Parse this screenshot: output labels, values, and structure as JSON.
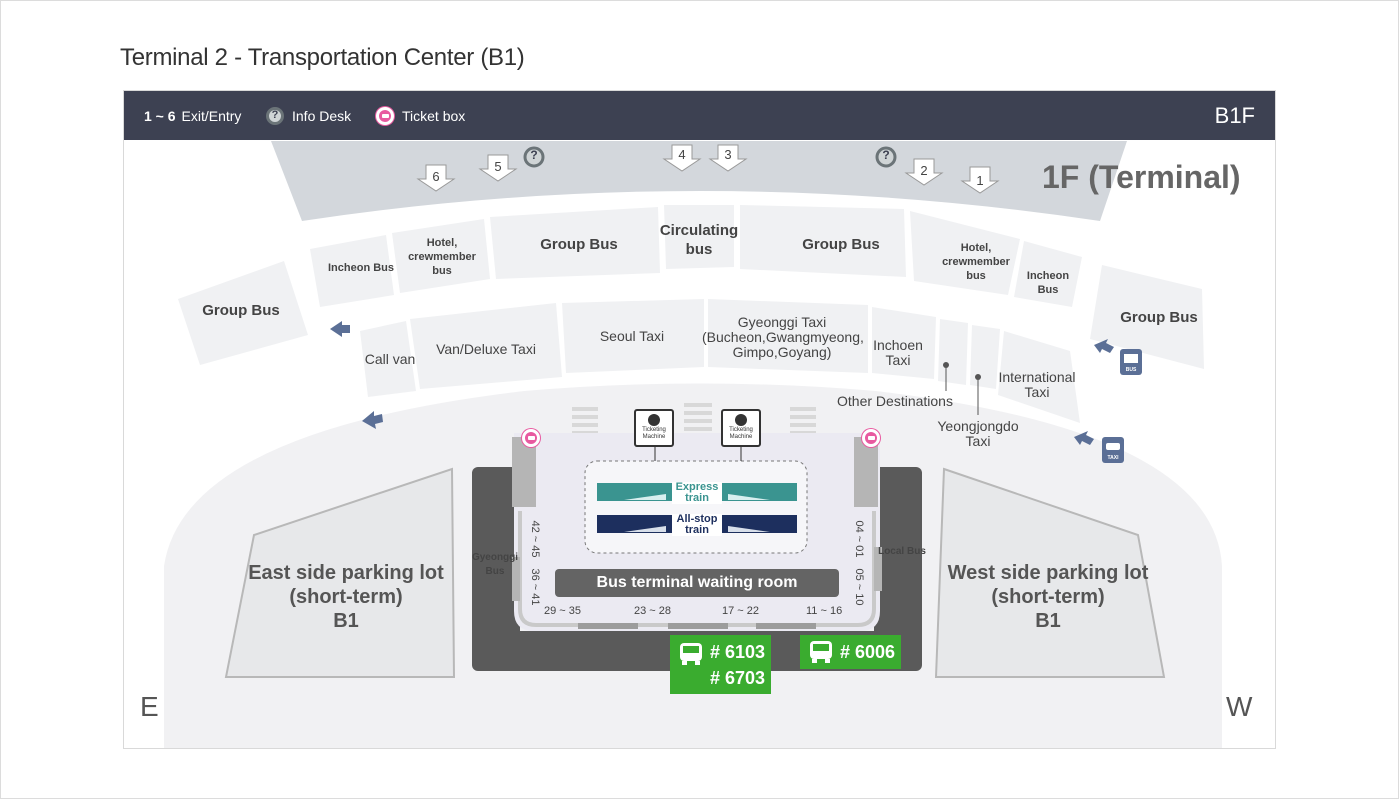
{
  "page_title": "Terminal 2 - Transportation Center (B1)",
  "legend": {
    "exit_range": "1 ~ 6",
    "exit_label": "Exit/Entry",
    "info_desk": "Info Desk",
    "ticket_box": "Ticket box"
  },
  "floor_badge": "B1F",
  "upper_floor": "1F (Terminal)",
  "exits": [
    "6",
    "5",
    "4",
    "3",
    "2",
    "1"
  ],
  "upper_ring": {
    "incheon_bus": "Incheon Bus",
    "hotel_crew": "Hotel, crewmember bus",
    "group_bus": "Group Bus",
    "circulating": "Circulating bus"
  },
  "lower_ring": {
    "call_van": "Call van",
    "van_deluxe": "Van/Deluxe Taxi",
    "seoul_taxi": "Seoul Taxi",
    "gyeonggi_taxi_1": "Gyeonggi Taxi",
    "gyeonggi_taxi_2": "(Bucheon,Gwangmyeong,",
    "gyeonggi_taxi_3": "Gimpo,Goyang)",
    "incheon_taxi": "Inchoen Taxi",
    "international_taxi": "International Taxi",
    "other_destinations": "Other Destinations",
    "yeongjongdo_taxi": "Yeongjongdo Taxi"
  },
  "icons": {
    "bus": "BUS",
    "taxi": "TAXI"
  },
  "ticketing_machine": "Ticketing Machine",
  "trains": {
    "express": "Express train",
    "allstop": "All-stop train"
  },
  "waiting_room": "Bus terminal waiting room",
  "gates": {
    "g1": "29 ~ 35",
    "g2": "23 ~ 28",
    "g3": "17 ~ 22",
    "g4": "11 ~ 16",
    "left_top": "42 ~ 45",
    "left_bottom": "36 ~ 41",
    "right_top": "04 ~ 01",
    "right_bottom": "05 ~ 10",
    "gyeonggi_bus": "Gyeonggi Bus",
    "local_bus": "Local Bus"
  },
  "bus_routes": {
    "a1": "# 6103",
    "a2": "# 6703",
    "b1": "# 6006"
  },
  "parking": {
    "east_1": "East side parking lot",
    "east_2": "(short-term)",
    "east_3": "B1",
    "west_1": "West side parking lot",
    "west_2": "(short-term)",
    "west_3": "B1"
  },
  "compass": {
    "east": "E",
    "west": "W"
  },
  "colors": {
    "header": "#3d4152",
    "bus_green": "#3aac2f",
    "ticket_pink": "#e85aa0",
    "express": "#3a9490",
    "allstop": "#1d2f5e",
    "arrow": "#5b6f96"
  }
}
